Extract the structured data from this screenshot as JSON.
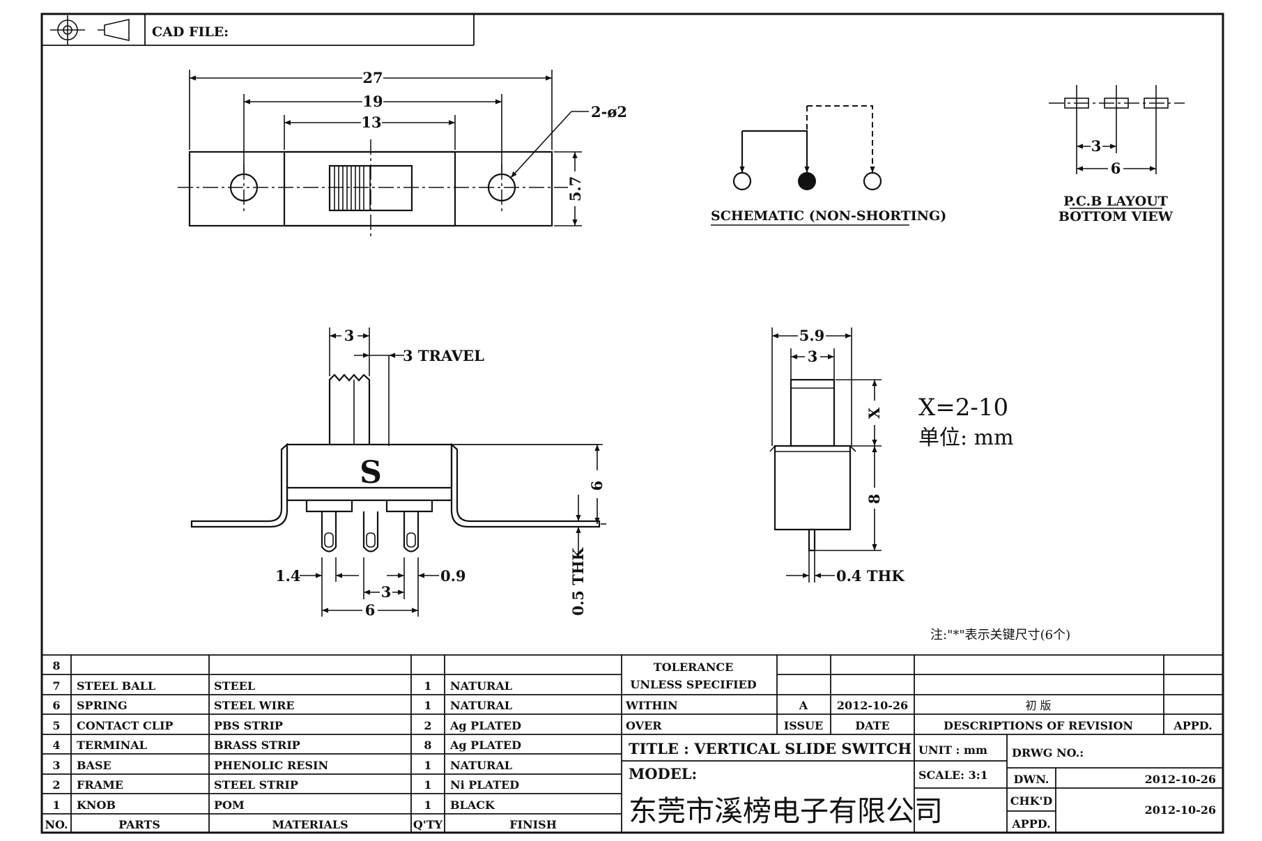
{
  "header": {
    "cad_label": "CAD FILE:",
    "projection_symbol": "third-angle-projection-icon"
  },
  "top_view": {
    "dims": {
      "overall": "27",
      "holes": "19",
      "body": "13",
      "height": "5.7",
      "hole_note": "2-ø2"
    }
  },
  "schematic": {
    "label": "SCHEMATIC (NON-SHORTING)"
  },
  "pcb": {
    "dim_pitch": "3",
    "dim_span": "6",
    "label_line1": "P.C.B LAYOUT",
    "label_line2": "BOTTOM VIEW"
  },
  "front_view": {
    "dims": {
      "knob_width": "3",
      "travel": "3 TRAVEL",
      "mark": "S",
      "height": "6",
      "thk": "0.5 THK",
      "pin_width": "1.4",
      "pin_gap": "0.9",
      "pin_pitch": "3",
      "pin_span": "6"
    }
  },
  "side_view": {
    "dims": {
      "width": "5.9",
      "knob": "3",
      "x": "X",
      "body": "8",
      "thk": "0.4 THK"
    }
  },
  "notes": {
    "x_range": "X=2-10",
    "unit_line": "单位: mm",
    "key_note": "注:\"*\"表示关键尺寸(6个)"
  },
  "bom": {
    "rows": [
      {
        "no": "8",
        "part": "",
        "material": "",
        "qty": "",
        "finish": ""
      },
      {
        "no": "7",
        "part": "STEEL BALL",
        "material": "STEEL",
        "qty": "1",
        "finish": "NATURAL"
      },
      {
        "no": "6",
        "part": "SPRING",
        "material": "STEEL WIRE",
        "qty": "1",
        "finish": "NATURAL"
      },
      {
        "no": "5",
        "part": "CONTACT CLIP",
        "material": "PBS STRIP",
        "qty": "2",
        "finish": "Ag PLATED"
      },
      {
        "no": "4",
        "part": "TERMINAL",
        "material": "BRASS STRIP",
        "qty": "8",
        "finish": "Ag PLATED"
      },
      {
        "no": "3",
        "part": "BASE",
        "material": "PHENOLIC RESIN",
        "qty": "1",
        "finish": "NATURAL"
      },
      {
        "no": "2",
        "part": "FRAME",
        "material": "STEEL STRIP",
        "qty": "1",
        "finish": "Ni PLATED"
      },
      {
        "no": "1",
        "part": "KNOB",
        "material": "POM",
        "qty": "1",
        "finish": "BLACK"
      }
    ],
    "headers": {
      "no": "NO.",
      "part": "PARTS",
      "material": "MATERIALS",
      "qty": "Q'TY",
      "finish": "FINISH"
    }
  },
  "title_block": {
    "tolerance_line1": "TOLERANCE",
    "tolerance_line2": "UNLESS SPECIFIED",
    "within": "WITHIN",
    "over": "OVER",
    "issue_value": "A",
    "issue_date": "2012-10-26",
    "revision_desc": "初 版",
    "issue_label": "ISSUE",
    "date_label": "DATE",
    "desc_label": "DESCRIPTIONS OF REVISION",
    "appd_label": "APPD.",
    "title": "TITLE : VERTICAL SLIDE SWITCH",
    "unit": "UNIT : mm",
    "drwg_no": "DRWG NO.:",
    "model": "MODEL:",
    "scale": "SCALE: 3:1",
    "dwn_label": "DWN.",
    "dwn_date": "2012-10-26",
    "company": "东莞市溪榜电子有限公司",
    "chkd_label": "CHK'D",
    "chkd_date": "2012-10-26",
    "appd2_label": "APPD."
  }
}
